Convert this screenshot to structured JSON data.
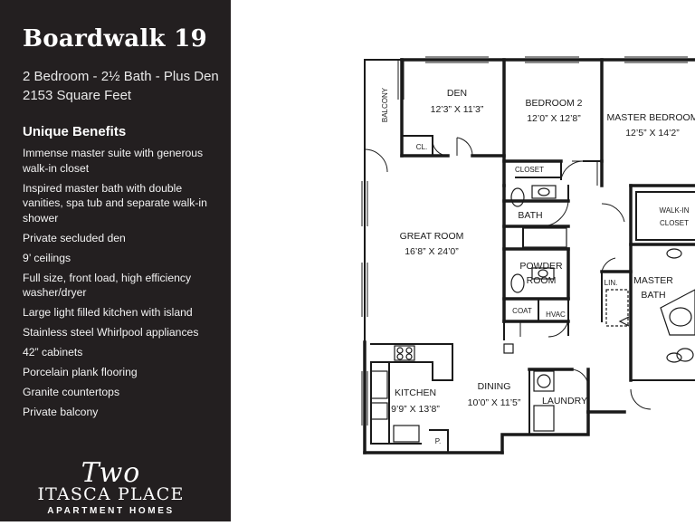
{
  "sidebar": {
    "title": "Boardwalk 19",
    "subtitle_line1": "2 Bedroom - 2½ Bath - Plus Den",
    "subtitle_line2": "2153 Square Feet",
    "benefits_heading": "Unique Benefits",
    "benefits": [
      "Immense master suite with generous walk-in closet",
      "Inspired master bath with double vanities, spa tub and separate walk-in shower",
      "Private secluded den",
      "9’ ceilings",
      "Full size, front load, high efficiency washer/dryer",
      "Large light filled kitchen with island",
      "Stainless steel Whirlpool appliances",
      "42” cabinets",
      "Porcelain plank flooring",
      "Granite countertops",
      "Private balcony"
    ]
  },
  "logo": {
    "script_text": "Two",
    "name": "ITASCA PLACE",
    "tagline": "APARTMENT HOMES"
  },
  "floorplan": {
    "rooms": {
      "den": {
        "name": "DEN",
        "dims": "12’3” X 11’3”"
      },
      "bedroom2": {
        "name": "BEDROOM 2",
        "dims": "12’0” X 12’8”"
      },
      "master_bedroom": {
        "name": "MASTER BEDROOM",
        "dims": "12’5” X 14’2”"
      },
      "great_room": {
        "name": "GREAT ROOM",
        "dims": "16’8” X 24’0”"
      },
      "kitchen": {
        "name": "KITCHEN",
        "dims": "9’9” X 13’8”"
      },
      "dining": {
        "name": "DINING",
        "dims": "10’0” X 11’5”"
      },
      "walk_in_closet": {
        "line1": "WALK-IN",
        "line2": "CLOSET"
      },
      "master_bath": {
        "line1": "MASTER",
        "line2": "BATH"
      },
      "powder_room": {
        "line1": "POWDER",
        "line2": "ROOM"
      }
    },
    "labels": {
      "balcony": "BALCONY",
      "den_closet": "CL.",
      "closet": "CLOSET",
      "bath": "BATH",
      "coat": "COAT",
      "hvac": "HVAC",
      "laundry": "LAUNDRY",
      "linen": "LIN.",
      "pantry": "P."
    }
  }
}
